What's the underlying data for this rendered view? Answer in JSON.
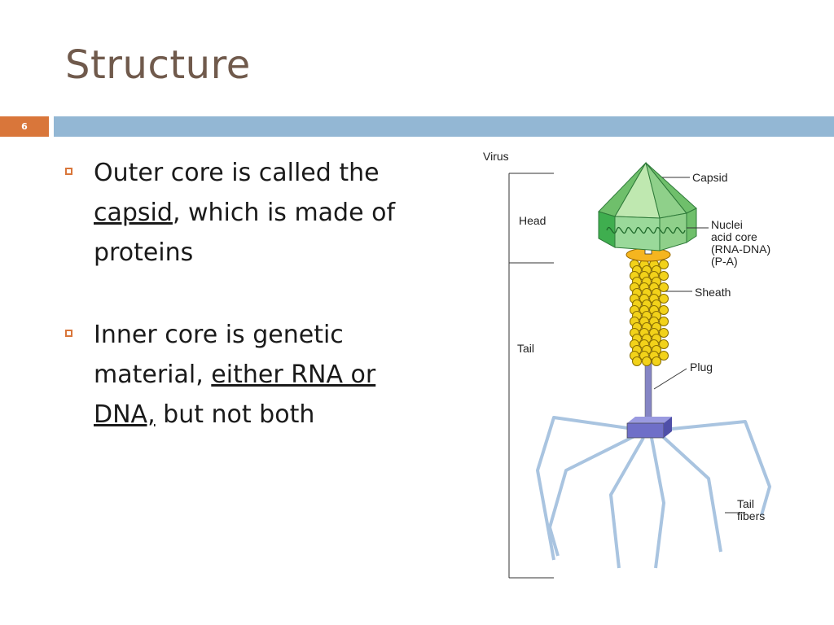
{
  "slide": {
    "title": "Structure",
    "number": "6"
  },
  "bullets": [
    {
      "pre": "Outer core is called the ",
      "underlined": "capsid",
      "post": ", which is made of proteins"
    },
    {
      "pre": "Inner core is genetic material, ",
      "underlined": "either RNA or DNA,",
      "post": " but not both"
    }
  ],
  "diagram": {
    "labels": {
      "virus": "Virus",
      "head": "Head",
      "tail": "Tail",
      "capsid": "Capsid",
      "nucleic_1": "Nuclei",
      "nucleic_2": "acid core",
      "nucleic_3": "(RNA-DNA)",
      "nucleic_4": "(P-A)",
      "sheath": "Sheath",
      "plug": "Plug",
      "tail_fibers_1": "Tail",
      "tail_fibers_2": "fibers"
    },
    "colors": {
      "capsid_green": "#8fd08a",
      "capsid_dark": "#3fae4f",
      "sheath_yellow": "#f2d21a",
      "collar_orange": "#f5b51f",
      "plug_purple": "#6f6fc8",
      "fiber_blue": "#a9c4e0"
    }
  }
}
